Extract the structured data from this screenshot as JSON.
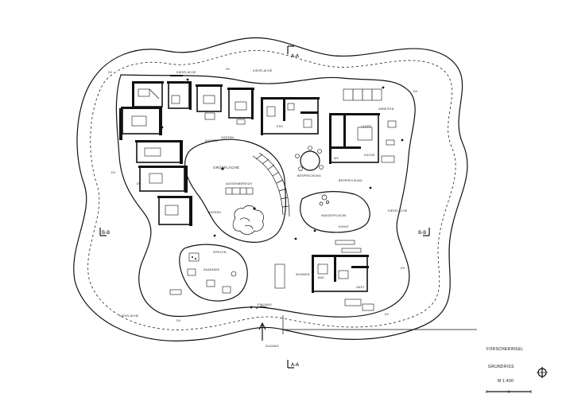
{
  "plan": {
    "labels": {
      "kiesflaeche_top": "KIESFLÄCHE",
      "kiesflaeche_left": "KIESFLÄCHE",
      "kiesflaeche_right": "KIESFLÄCHE",
      "kiesflaeche_ne": "KIESFLÄCHE",
      "arbeiten": "ARBEITEN",
      "lager": "LAGER",
      "kueche": "KÜCHE",
      "wc": "WC",
      "besprechung": "BESPRECHUNG",
      "besprechung2": "BESPRECHUNG",
      "garten": "GARTEN",
      "gruenflaeche": "GRÜNFLÄCHE",
      "aussenbereich": "AUSSENBEREICH",
      "aussen": "AUSSEN",
      "aussen2": "AUSSEN",
      "wasserflaeche": "WASSERFLÄCHE",
      "kunst": "KUNST",
      "eingang": "EINGANG",
      "zugang": "ZUGANG",
      "spielen": "SPIELEN",
      "akademie": "AKADEMIE",
      "wohnen": "WOHNEN",
      "bad": "BAD",
      "gast": "GAST",
      "ess": "ESS"
    },
    "section_marks": {
      "top": "A-A",
      "bottom": "A-A",
      "left": "B-B",
      "right": "B-B"
    },
    "level_marks": [
      "DV",
      "DV",
      "DV",
      "DV",
      "DV",
      "DV",
      "DV",
      "DV"
    ]
  },
  "title_block": {
    "line1": "FORSCHERINSEL",
    "line2": "GRUNDRISS",
    "line3": "M 1:400"
  },
  "icons": {
    "north_arrow": "north-arrow-icon",
    "entry_arrow": "entry-arrow-icon"
  }
}
